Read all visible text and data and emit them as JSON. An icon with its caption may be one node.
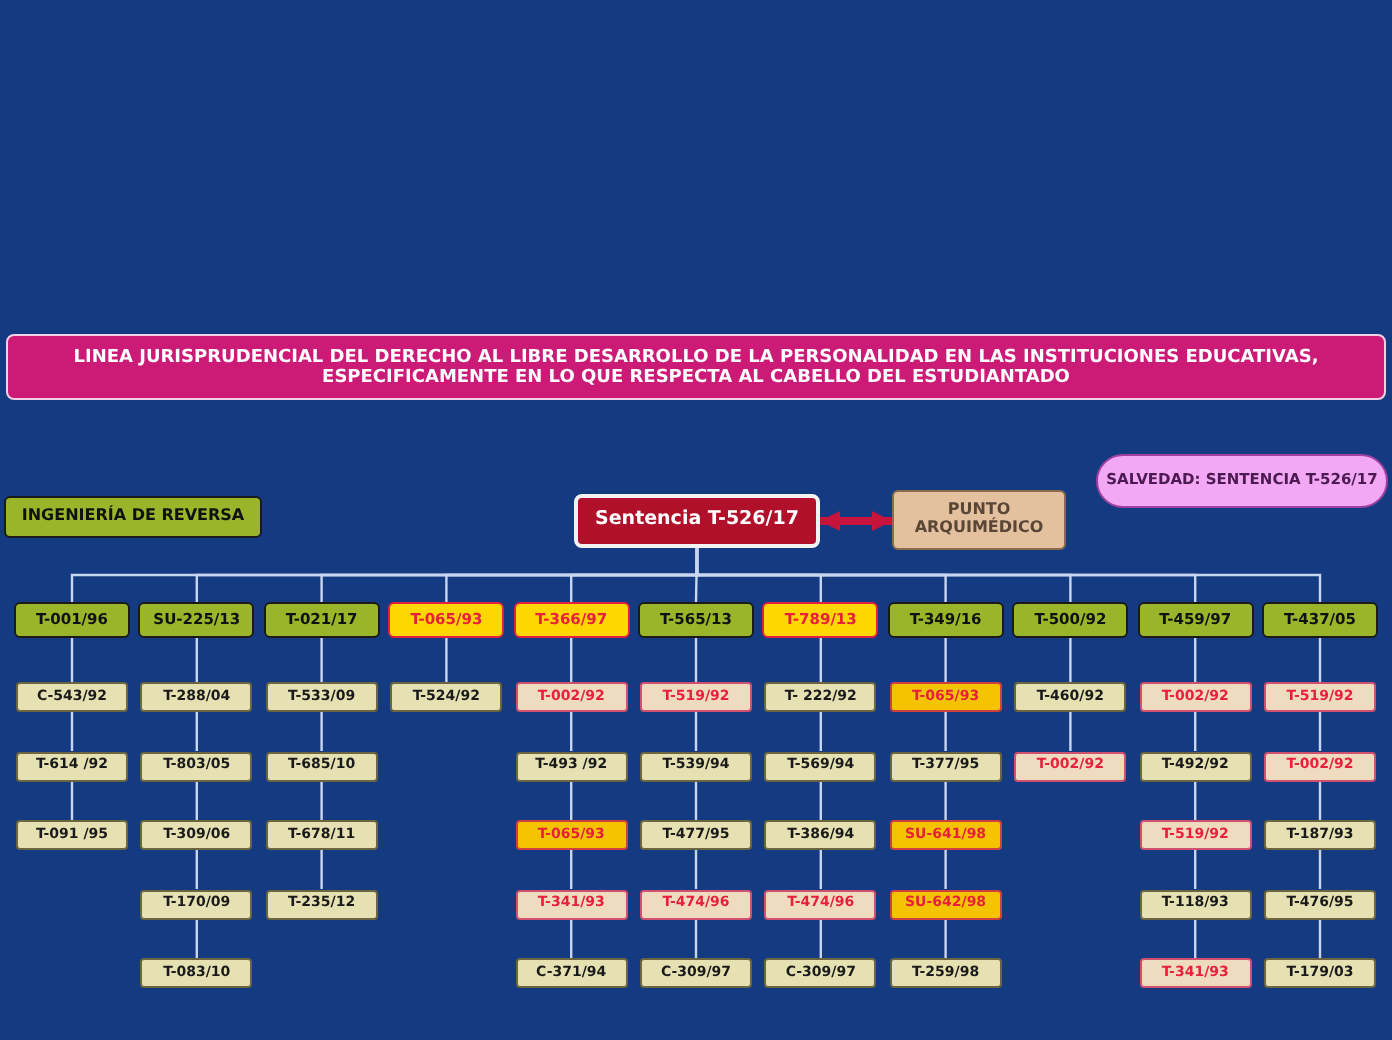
{
  "diagram": {
    "title": "LINEA JURISPRUDENCIAL DEL DERECHO AL LIBRE DESARROLLO DE LA PERSONALIDAD EN LAS INSTITUCIONES EDUCATIVAS, ESPECIFICAMENTE EN LO QUE RESPECTA AL CABELLO DEL ESTUDIANTADO",
    "nodes": [
      {
        "text": [
          "Sentencia T-526/17"
        ]
      },
      {
        "text": [
          "PUNTO ARQUIMÉDICO"
        ]
      },
      {
        "text": [
          "SALVEDAD: SENTENCIA T-526/17"
        ]
      },
      {
        "text": [
          "INGENIERÍA DE REVERSA"
        ]
      },
      {
        "text": [
          "T-001/96"
        ]
      },
      {
        "text": [
          "C-543/92"
        ]
      },
      {
        "text": [
          "T-614 /92"
        ]
      },
      {
        "text": [
          "T-091 /95"
        ]
      },
      {
        "text": [
          "SU-225/13"
        ]
      },
      {
        "text": [
          "T-288/04"
        ]
      },
      {
        "text": [
          "T-803/05"
        ]
      },
      {
        "text": [
          "T-309/06"
        ]
      },
      {
        "text": [
          "T-170/09"
        ]
      },
      {
        "text": [
          "T-083/10"
        ]
      },
      {
        "text": [
          "T-021/17"
        ]
      },
      {
        "text": [
          "T-533/09"
        ]
      },
      {
        "text": [
          "T-685/10"
        ]
      },
      {
        "text": [
          "T-678/11"
        ]
      },
      {
        "text": [
          "T-235/12"
        ]
      },
      {
        "text": [
          "T-065/93"
        ]
      },
      {
        "text": [
          "T-524/92"
        ]
      },
      {
        "text": [
          "T-366/97"
        ]
      },
      {
        "text": [
          "T-002/92"
        ]
      },
      {
        "text": [
          "T-493 /92"
        ]
      },
      {
        "text": [
          "T-065/93"
        ]
      },
      {
        "text": [
          "T-341/93"
        ]
      },
      {
        "text": [
          "C-371/94"
        ]
      },
      {
        "text": [
          "T-565/13"
        ]
      },
      {
        "text": [
          "T-519/92"
        ]
      },
      {
        "text": [
          "T-539/94"
        ]
      },
      {
        "text": [
          "T-477/95"
        ]
      },
      {
        "text": [
          "T-474/96"
        ]
      },
      {
        "text": [
          "C-309/97"
        ]
      },
      {
        "text": [
          "T-789/13"
        ]
      },
      {
        "text": [
          "T- 222/92"
        ]
      },
      {
        "text": [
          "T-569/94"
        ]
      },
      {
        "text": [
          "T-386/94"
        ]
      },
      {
        "text": [
          "T-474/96"
        ]
      },
      {
        "text": [
          "C-309/97"
        ]
      },
      {
        "text": [
          "T-349/16"
        ]
      },
      {
        "text": [
          "T-065/93"
        ]
      },
      {
        "text": [
          "T-377/95"
        ]
      },
      {
        "text": [
          "SU-641/98"
        ]
      },
      {
        "text": [
          "SU-642/98"
        ]
      },
      {
        "text": [
          "T-259/98"
        ]
      },
      {
        "text": [
          "T-500/92"
        ]
      },
      {
        "text": [
          "T-460/92"
        ]
      },
      {
        "text": [
          "T-002/92"
        ]
      },
      {
        "text": [
          "T-459/97"
        ]
      },
      {
        "text": [
          "T-002/92"
        ]
      },
      {
        "text": [
          "T-492/92"
        ]
      },
      {
        "text": [
          "T-519/92"
        ]
      },
      {
        "text": [
          "T-118/93"
        ]
      },
      {
        "text": [
          "T-341/93"
        ]
      },
      {
        "text": [
          "T-437/05"
        ]
      },
      {
        "text": [
          "T-519/92"
        ]
      },
      {
        "text": [
          "T-002/92"
        ]
      },
      {
        "text": [
          "T-187/93"
        ]
      },
      {
        "text": [
          "T-476/95"
        ]
      },
      {
        "text": [
          "T-179/03"
        ]
      }
    ],
    "edges": [
      {
        "from": 0,
        "to": 1,
        "arrow": "both",
        "style": "thick",
        "color": "#c8143c"
      },
      {
        "from": 0,
        "to": 4,
        "arrow": "none"
      },
      {
        "from": 4,
        "to": 5,
        "arrow": "none"
      },
      {
        "from": 5,
        "to": 6,
        "arrow": "none"
      },
      {
        "from": 6,
        "to": 7,
        "arrow": "none"
      },
      {
        "from": 0,
        "to": 8,
        "arrow": "none"
      },
      {
        "from": 8,
        "to": 9,
        "arrow": "none"
      },
      {
        "from": 9,
        "to": 10,
        "arrow": "none"
      },
      {
        "from": 10,
        "to": 11,
        "arrow": "none"
      },
      {
        "from": 11,
        "to": 12,
        "arrow": "none"
      },
      {
        "from": 12,
        "to": 13,
        "arrow": "none"
      },
      {
        "from": 0,
        "to": 14,
        "arrow": "none"
      },
      {
        "from": 14,
        "to": 15,
        "arrow": "none"
      },
      {
        "from": 15,
        "to": 16,
        "arrow": "none"
      },
      {
        "from": 16,
        "to": 17,
        "arrow": "none"
      },
      {
        "from": 17,
        "to": 18,
        "arrow": "none"
      },
      {
        "from": 0,
        "to": 19,
        "arrow": "none"
      },
      {
        "from": 19,
        "to": 20,
        "arrow": "none"
      },
      {
        "from": 0,
        "to": 21,
        "arrow": "none"
      },
      {
        "from": 21,
        "to": 22,
        "arrow": "none"
      },
      {
        "from": 22,
        "to": 23,
        "arrow": "none"
      },
      {
        "from": 23,
        "to": 24,
        "arrow": "none"
      },
      {
        "from": 24,
        "to": 25,
        "arrow": "none"
      },
      {
        "from": 25,
        "to": 26,
        "arrow": "none"
      },
      {
        "from": 0,
        "to": 27,
        "arrow": "none"
      },
      {
        "from": 27,
        "to": 28,
        "arrow": "none"
      },
      {
        "from": 28,
        "to": 29,
        "arrow": "none"
      },
      {
        "from": 29,
        "to": 30,
        "arrow": "none"
      },
      {
        "from": 30,
        "to": 31,
        "arrow": "none"
      },
      {
        "from": 31,
        "to": 32,
        "arrow": "none"
      },
      {
        "from": 0,
        "to": 33,
        "arrow": "none"
      },
      {
        "from": 33,
        "to": 34,
        "arrow": "none"
      },
      {
        "from": 34,
        "to": 35,
        "arrow": "none"
      },
      {
        "from": 35,
        "to": 36,
        "arrow": "none"
      },
      {
        "from": 36,
        "to": 37,
        "arrow": "none"
      },
      {
        "from": 37,
        "to": 38,
        "arrow": "none"
      },
      {
        "from": 0,
        "to": 39,
        "arrow": "none"
      },
      {
        "from": 39,
        "to": 40,
        "arrow": "none"
      },
      {
        "from": 40,
        "to": 41,
        "arrow": "none"
      },
      {
        "from": 41,
        "to": 42,
        "arrow": "none"
      },
      {
        "from": 42,
        "to": 43,
        "arrow": "none"
      },
      {
        "from": 43,
        "to": 44,
        "arrow": "none"
      },
      {
        "from": 0,
        "to": 45,
        "arrow": "none"
      },
      {
        "from": 45,
        "to": 46,
        "arrow": "none"
      },
      {
        "from": 46,
        "to": 47,
        "arrow": "none"
      },
      {
        "from": 0,
        "to": 48,
        "arrow": "none"
      },
      {
        "from": 48,
        "to": 49,
        "arrow": "none"
      },
      {
        "from": 49,
        "to": 50,
        "arrow": "none"
      },
      {
        "from": 50,
        "to": 51,
        "arrow": "none"
      },
      {
        "from": 51,
        "to": 52,
        "arrow": "none"
      },
      {
        "from": 52,
        "to": 53,
        "arrow": "none"
      },
      {
        "from": 0,
        "to": 54,
        "arrow": "none"
      },
      {
        "from": 54,
        "to": 55,
        "arrow": "none"
      },
      {
        "from": 55,
        "to": 56,
        "arrow": "none"
      },
      {
        "from": 56,
        "to": 57,
        "arrow": "none"
      },
      {
        "from": 57,
        "to": 58,
        "arrow": "none"
      },
      {
        "from": 58,
        "to": 59,
        "arrow": "none"
      }
    ]
  }
}
